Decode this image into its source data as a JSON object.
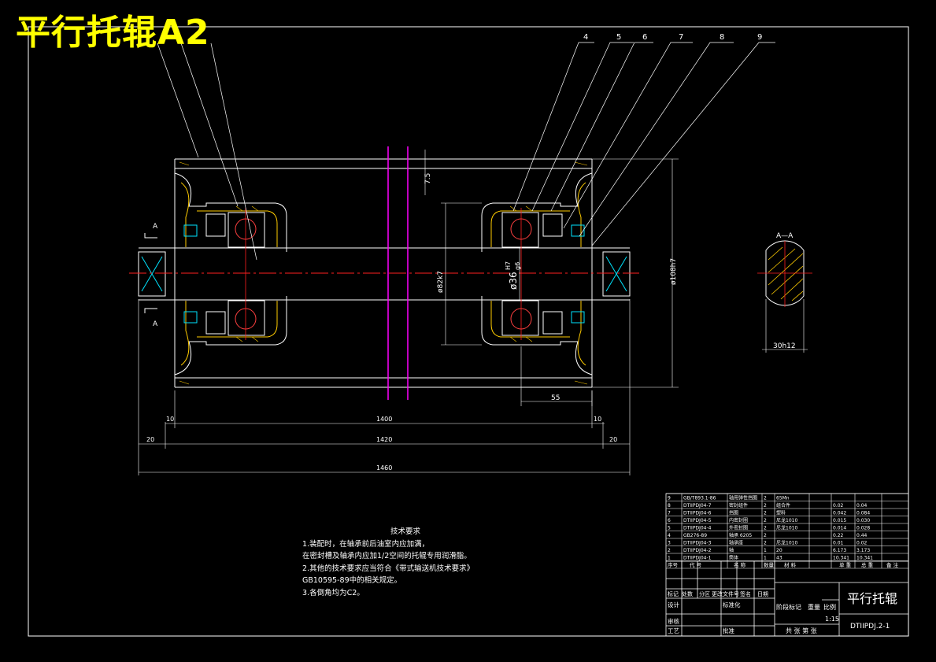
{
  "drawing_title": "平行托辊A2",
  "callouts": [
    "4",
    "5",
    "6",
    "7",
    "8",
    "9"
  ],
  "section": {
    "view_label": "A—A",
    "cut_label": "A",
    "width_dim": "30h12"
  },
  "dimensions": {
    "flange_thickness": "7.5",
    "bore_housing": "ø82k7",
    "shaft_fit_value": "ø36",
    "shaft_fit_upper": "H7",
    "shaft_fit_lower": "g6",
    "tube_dia": "ø108h7",
    "bearing_offset": "55",
    "tube_length": "1400",
    "gap": "10",
    "body_length": "1420",
    "shaft_end": "20",
    "total_length": "1460"
  },
  "tech_notes": {
    "heading": "技术要求",
    "lines": [
      "1.装配时，在轴承前后油室内应加满，",
      "在密封槽及轴承内应加1/2空间的托辊专用润滑脂。",
      "2.其他的技术要求应当符合《带式输送机技术要求》",
      "GB10595-89中的相关规定。",
      "3.各倒角均为C2。"
    ]
  },
  "bom": {
    "rows": [
      {
        "no": "9",
        "code": "GB/T893.1-86",
        "name": "轴用弹性挡圈",
        "qty": "2",
        "mat": "65Mn",
        "unit": "",
        "total": ""
      },
      {
        "no": "8",
        "code": "DTIIPDJ04-7",
        "name": "密封组件",
        "qty": "2",
        "mat": "组合件",
        "unit": "0.02",
        "total": "0.04"
      },
      {
        "no": "7",
        "code": "DTIIPDJ04-6",
        "name": "挡圈",
        "qty": "2",
        "mat": "塑料",
        "unit": "0.042",
        "total": "0.084"
      },
      {
        "no": "6",
        "code": "DTIIPDJ04-5",
        "name": "内密封圈",
        "qty": "2",
        "mat": "尼龙1010",
        "unit": "0.015",
        "total": "0.030"
      },
      {
        "no": "5",
        "code": "DTIIPDJ04-4",
        "name": "外密封圈",
        "qty": "2",
        "mat": "尼龙1010",
        "unit": "0.014",
        "total": "0.028"
      },
      {
        "no": "4",
        "code": "GB276-89",
        "name": "轴承 6205",
        "qty": "2",
        "mat": "",
        "unit": "0.22",
        "total": "0.44"
      },
      {
        "no": "3",
        "code": "DTIIPDJ04-3",
        "name": "轴承座",
        "qty": "2",
        "mat": "尼龙1010",
        "unit": "0.01",
        "total": "0.02"
      },
      {
        "no": "2",
        "code": "DTIIPDJ04-2",
        "name": "轴",
        "qty": "1",
        "mat": "20",
        "unit": "6.173",
        "total": "3.173"
      },
      {
        "no": "1",
        "code": "DTIIPDJ04-1",
        "name": "筒体",
        "qty": "1",
        "mat": "43",
        "unit": "10.341",
        "total": "10.341"
      }
    ],
    "header": [
      "序号",
      "代 号",
      "名 称",
      "数量",
      "材 料",
      "单 重",
      "总 重",
      "备 注"
    ],
    "row_labels": [
      "标记",
      "处数",
      "分区",
      "更改文件号",
      "签名",
      "日期"
    ],
    "design": "设计",
    "standardize": "标准化",
    "stage_mark": "阶段标记",
    "weight": "重量",
    "scale_label": "比例",
    "scale": "1:15",
    "review": "审核",
    "process": "工艺",
    "approve": "批准",
    "sheets": "共  张  第  张",
    "part_name": "平行托辊",
    "drawing_no": "DTIIPDJ.2-1"
  },
  "colors": {
    "bg": "#000000",
    "line": "#ffffff",
    "title": "#ffff00",
    "center": "#ff2020",
    "shaft": "#ff00ff",
    "hatch": "#ffcc00",
    "bearing": "#ff4040",
    "dim": "#00e5ff"
  }
}
